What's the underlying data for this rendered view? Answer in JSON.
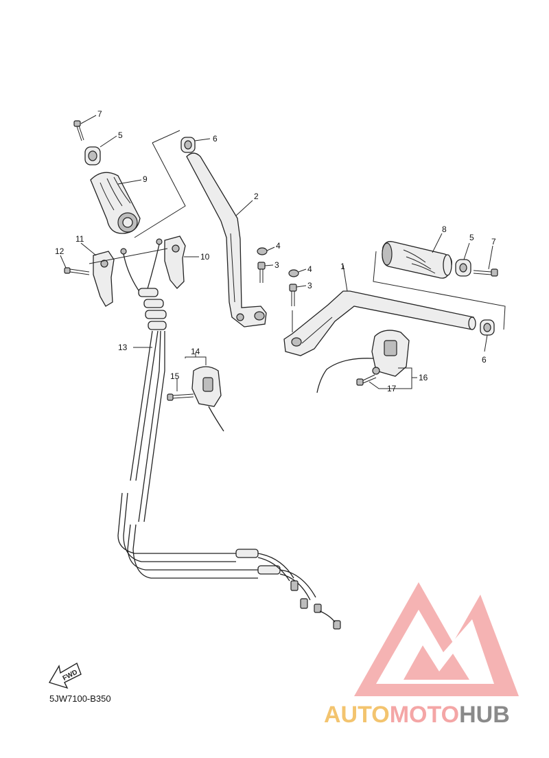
{
  "diagram": {
    "code": "5JW7100-B350",
    "fwd_label": "FWD",
    "part_labels": {
      "p7_left": "7",
      "p5_left": "5",
      "p9": "9",
      "p6_top": "6",
      "p2": "2",
      "p11": "11",
      "p12": "12",
      "p10": "10",
      "p4_a": "4",
      "p3_a": "3",
      "p4_b": "4",
      "p3_b": "3",
      "p1": "1",
      "p8": "8",
      "p5_right": "5",
      "p7_right": "7",
      "p6_right": "6",
      "p13": "13",
      "p14": "14",
      "p15": "15",
      "p16": "16",
      "p17": "17"
    }
  },
  "watermark": {
    "part1": "AUTO",
    "part2": "MOTO",
    "part3": "HUB",
    "color_primary": "#f4a6a6",
    "color_secondary": "#f3c46f",
    "color_dark": "#8a8a8a"
  }
}
